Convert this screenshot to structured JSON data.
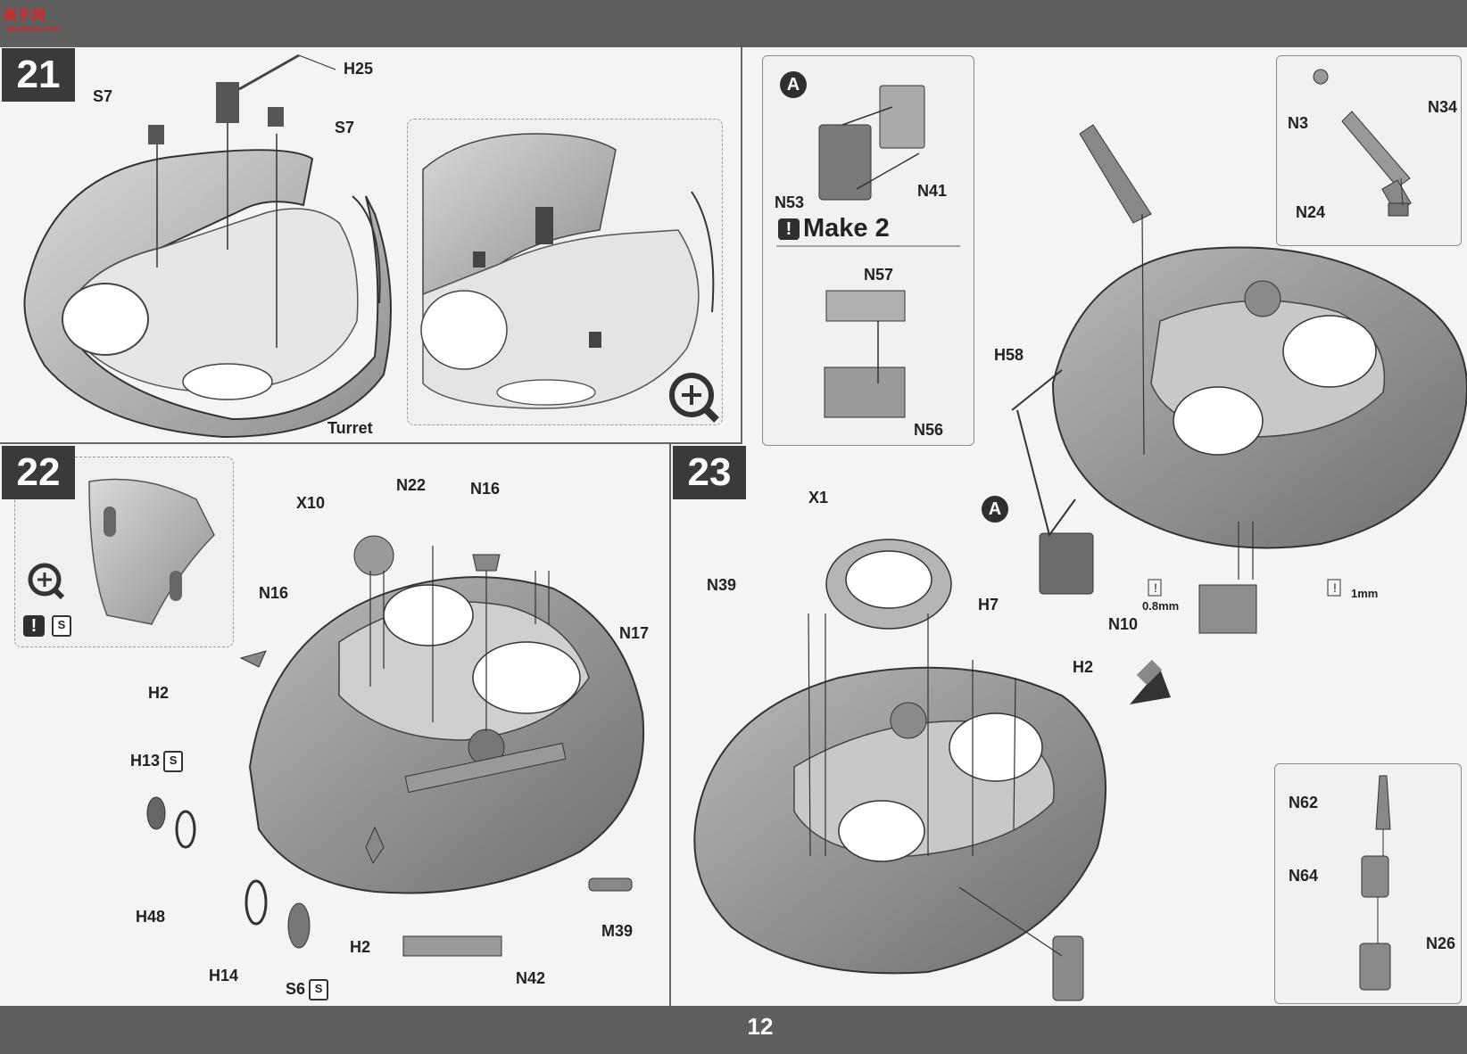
{
  "watermark": {
    "text": "高手网",
    "sub": "gaoshou.com"
  },
  "page_number": "12",
  "step21": {
    "number": "21",
    "labels": {
      "h25": "H25",
      "s7_left": "S7",
      "s7_right": "S7",
      "turret": "Turret"
    }
  },
  "step22": {
    "number": "22",
    "labels": {
      "x10": "X10",
      "n22": "N22",
      "n16_top": "N16",
      "n16_left": "N16",
      "n17": "N17",
      "h2_left": "H2",
      "h13": "H13",
      "h48": "H48",
      "h14": "H14",
      "s6": "S6",
      "h2_bottom": "H2",
      "n42": "N42",
      "m39": "M39"
    }
  },
  "step23": {
    "number": "23",
    "subassembly_a": {
      "marker": "A",
      "n53": "N53",
      "n41": "N41",
      "make_text": "Make 2",
      "n57": "N57",
      "n56": "N56"
    },
    "labels": {
      "x1": "X1",
      "n39": "N39",
      "h7": "H7",
      "h2": "H2",
      "h58": "H58",
      "a_marker": "A",
      "n10": "N10",
      "gap_08": "0.8mm",
      "gap_1": "1mm"
    },
    "detail_top": {
      "n3": "N3",
      "n34": "N34",
      "n24": "N24"
    },
    "detail_bottom": {
      "n62": "N62",
      "n64": "N64",
      "n26": "N26"
    }
  },
  "icons": [
    "magnify-plus-icon",
    "warning-icon",
    "flip-icon",
    "arrow-down-left-icon"
  ]
}
